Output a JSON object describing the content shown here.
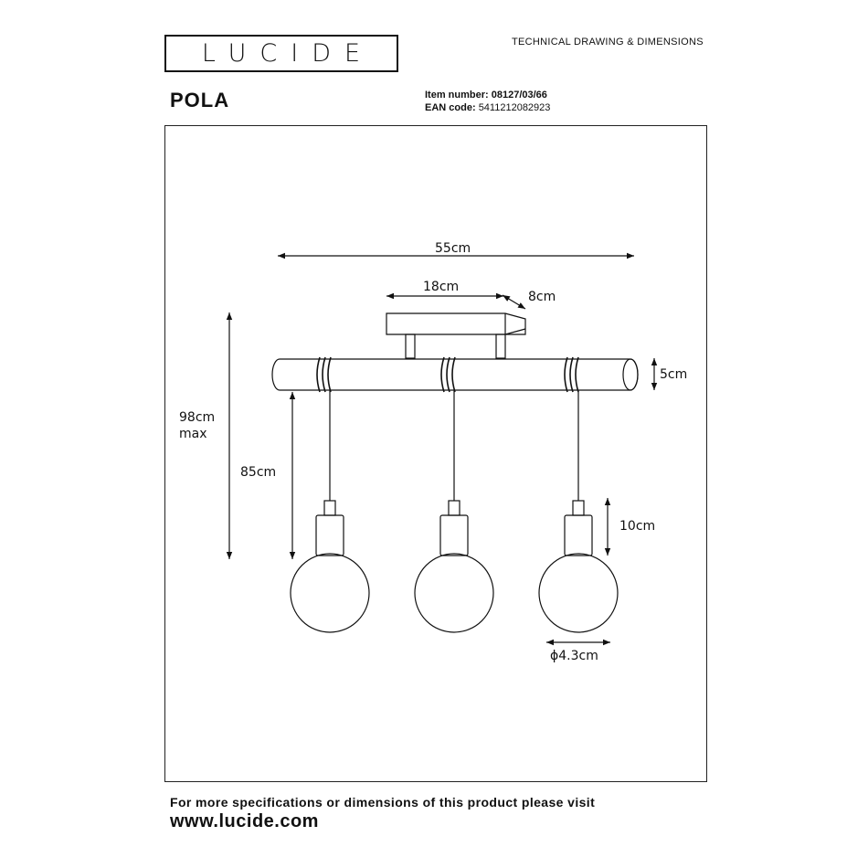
{
  "brand": {
    "logo_text": "LUCIDE"
  },
  "header": {
    "doc_type": "TECHNICAL DRAWING & DIMENSIONS"
  },
  "product": {
    "name": "POLA",
    "item_number_label": "Item number:",
    "item_number": "08127/03/66",
    "ean_label": "EAN code:",
    "ean": "5411212082923"
  },
  "dimensions": {
    "total_width": "55cm",
    "canopy_length": "18cm",
    "canopy_depth": "8cm",
    "bar_diameter": "5cm",
    "max_height_line1": "98cm",
    "max_height_line2": "max",
    "pendant_length": "85cm",
    "lampholder_height": "10cm",
    "bulb_diameter": "ϕ4.3cm"
  },
  "footer": {
    "note": "For more specifications or dimensions of this product please visit",
    "url": "www.lucide.com"
  },
  "colors": {
    "ink": "#111111",
    "background": "#ffffff"
  }
}
